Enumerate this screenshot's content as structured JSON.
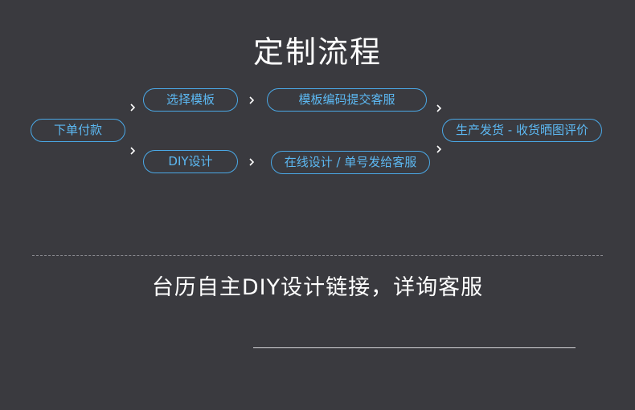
{
  "title": "定制流程",
  "flow": {
    "start": "下单付款",
    "top_step1": "选择模板",
    "top_step2": "模板编码提交客服",
    "bottom_step1": "DIY设计",
    "bottom_step2": "在线设计 / 单号发给客服",
    "end": "生产发货 - 收货晒图评价"
  },
  "note": "台历自主DIY设计链接，详询客服",
  "colors": {
    "background": "#3a3a3f",
    "accent": "#4aa8e6",
    "accent_text": "#5cb8f2"
  }
}
